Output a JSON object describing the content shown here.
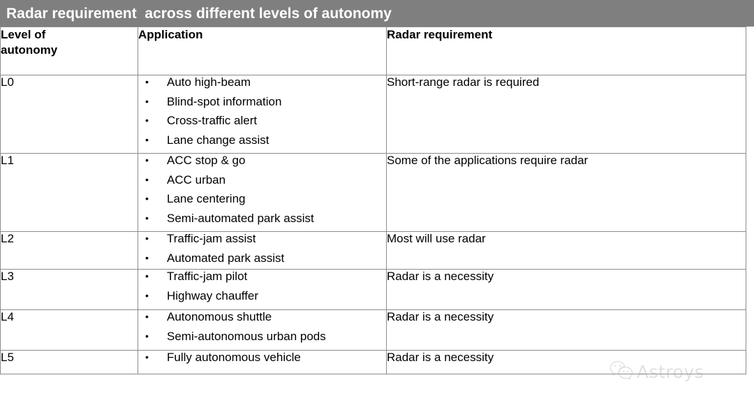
{
  "title": {
    "text": "Radar requirement  across different levels of autonomy",
    "background_color": "#7f7f7f",
    "text_color": "#ffffff"
  },
  "table": {
    "border_color": "#8c8c8c",
    "columns": [
      {
        "key": "level",
        "label": "Level of\nautonomy"
      },
      {
        "key": "application",
        "label": "Application"
      },
      {
        "key": "requirement",
        "label": "Radar requirement"
      }
    ],
    "rows": [
      {
        "level": "L0",
        "applications": [
          "Auto high-beam",
          "Blind-spot information",
          "Cross-traffic alert",
          "Lane change assist"
        ],
        "requirement": "Short-range radar is required"
      },
      {
        "level": "L1",
        "applications": [
          "ACC stop & go",
          "ACC urban",
          "Lane centering",
          "Semi-automated park assist"
        ],
        "requirement": "Some of the applications require radar"
      },
      {
        "level": "L2",
        "applications": [
          "Traffic-jam assist",
          "Automated park assist"
        ],
        "requirement": "Most will use radar"
      },
      {
        "level": "L3",
        "applications": [
          "Traffic-jam pilot",
          "Highway chauffer"
        ],
        "requirement": "Radar is a necessity"
      },
      {
        "level": "L4",
        "applications": [
          "Autonomous shuttle",
          "Semi-autonomous urban pods"
        ],
        "requirement": "Radar is a necessity"
      },
      {
        "level": "L5",
        "applications": [
          "Fully autonomous vehicle"
        ],
        "requirement": "Radar is a necessity"
      }
    ],
    "bullet_glyph": "•"
  },
  "watermark": {
    "icon": "wechat-icon",
    "text": "Astroys",
    "color": "#9a9a9a"
  }
}
